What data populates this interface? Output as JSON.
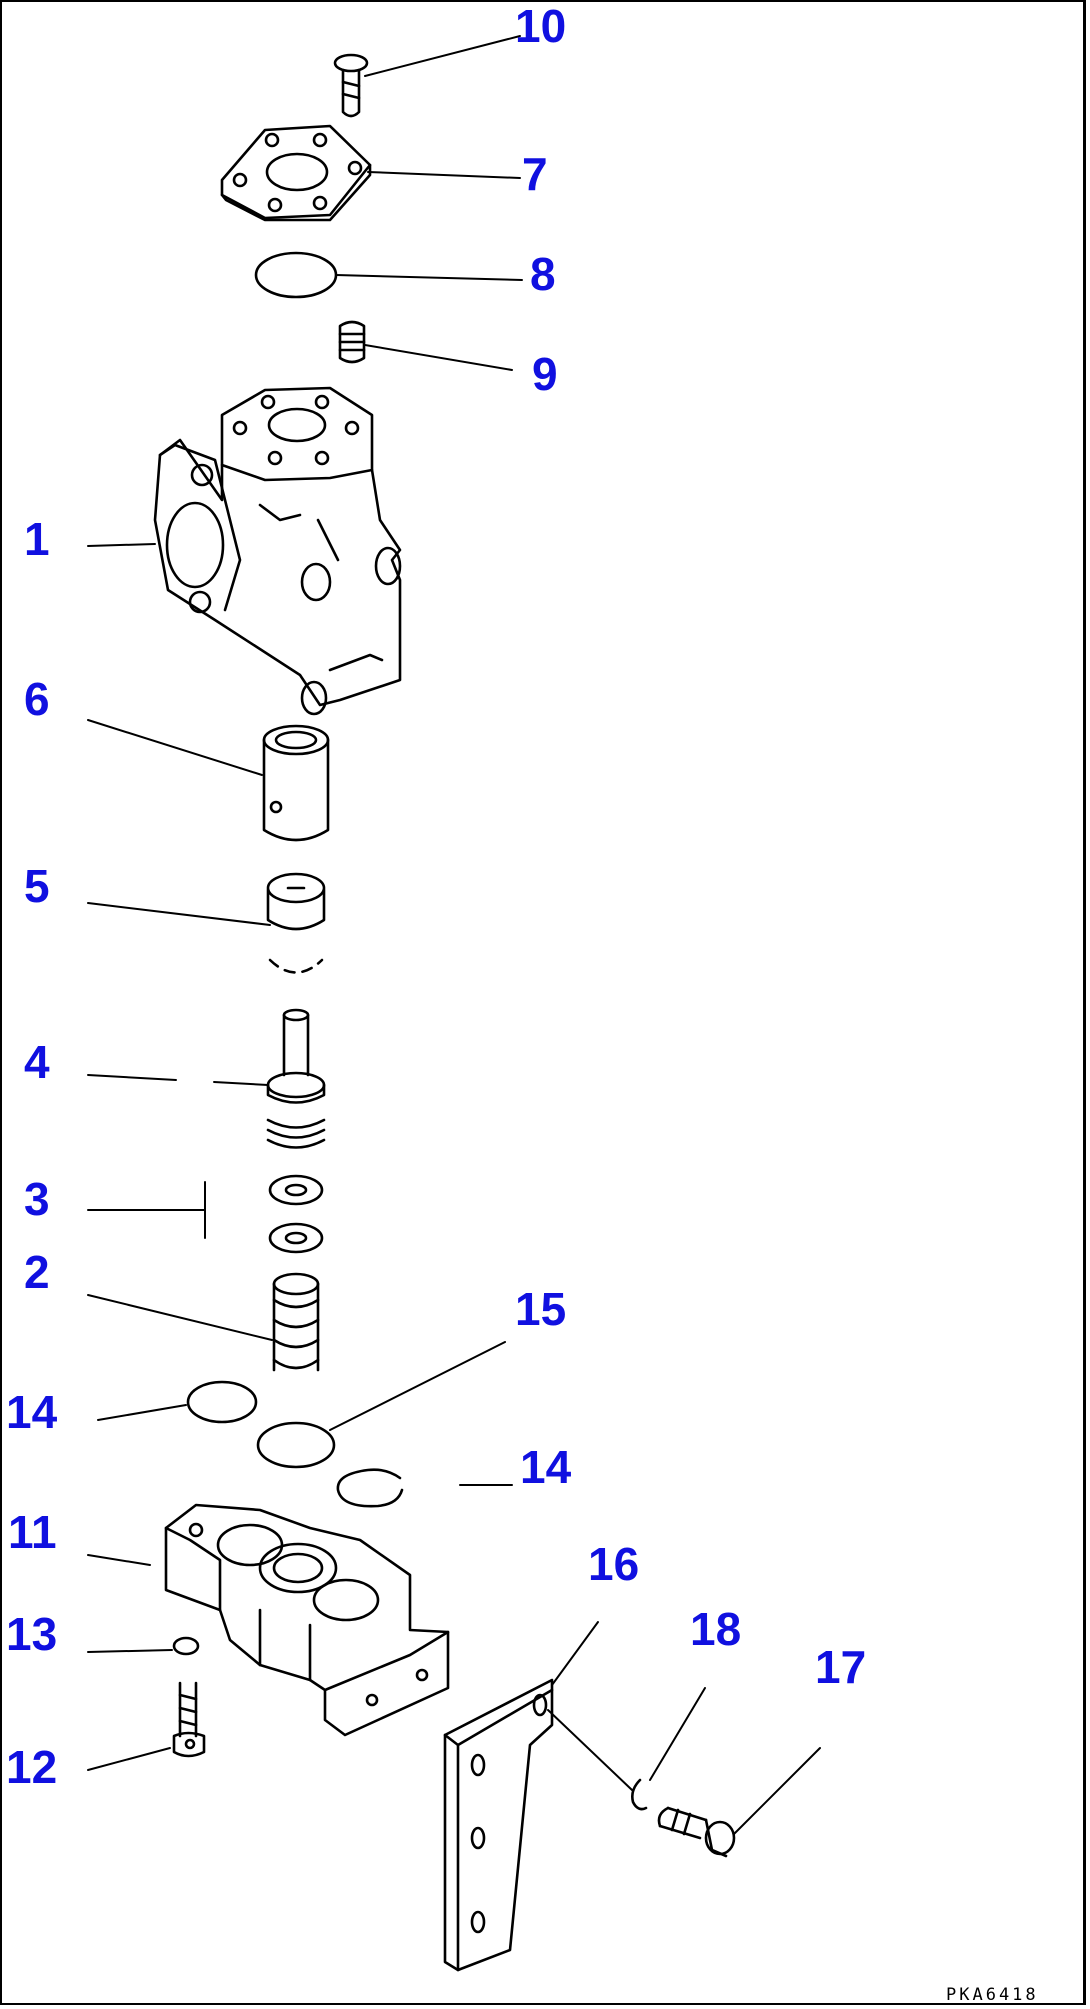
{
  "drawing_code": "PKA6418",
  "callout_color": "#1010e0",
  "callouts": [
    {
      "id": "10",
      "label": "10"
    },
    {
      "id": "7",
      "label": "7"
    },
    {
      "id": "8",
      "label": "8"
    },
    {
      "id": "9",
      "label": "9"
    },
    {
      "id": "1",
      "label": "1"
    },
    {
      "id": "6",
      "label": "6"
    },
    {
      "id": "5",
      "label": "5"
    },
    {
      "id": "4",
      "label": "4"
    },
    {
      "id": "3",
      "label": "3"
    },
    {
      "id": "2",
      "label": "2"
    },
    {
      "id": "15",
      "label": "15"
    },
    {
      "id": "14a",
      "label": "14"
    },
    {
      "id": "14b",
      "label": "14"
    },
    {
      "id": "11",
      "label": "11"
    },
    {
      "id": "16",
      "label": "16"
    },
    {
      "id": "18",
      "label": "18"
    },
    {
      "id": "17",
      "label": "17"
    },
    {
      "id": "13",
      "label": "13"
    },
    {
      "id": "12",
      "label": "12"
    }
  ]
}
